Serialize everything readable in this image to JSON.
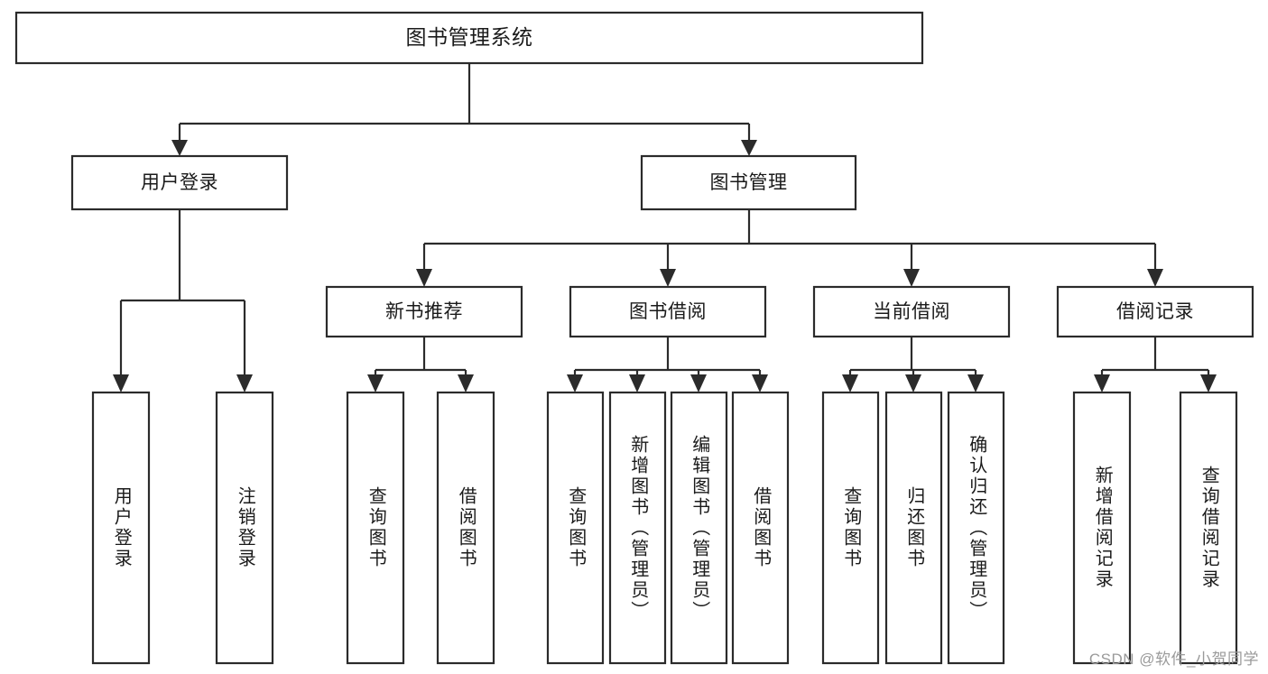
{
  "diagram": {
    "type": "tree",
    "title": "图书管理系统",
    "root": {
      "id": "root",
      "label": "图书管理系统",
      "orientation": "horizontal"
    },
    "level2": [
      {
        "id": "user-login",
        "label": "用户登录",
        "orientation": "horizontal"
      },
      {
        "id": "book-manage",
        "label": "图书管理",
        "orientation": "horizontal"
      }
    ],
    "level3": [
      {
        "id": "new-book-recommend",
        "label": "新书推荐",
        "orientation": "horizontal"
      },
      {
        "id": "book-borrow",
        "label": "图书借阅",
        "orientation": "horizontal"
      },
      {
        "id": "current-borrow",
        "label": "当前借阅",
        "orientation": "horizontal"
      },
      {
        "id": "borrow-record",
        "label": "借阅记录",
        "orientation": "horizontal"
      }
    ],
    "leaves": [
      {
        "id": "leaf-user-login",
        "label": "用户登录",
        "parent": "user-login",
        "orientation": "vertical"
      },
      {
        "id": "leaf-logout-login",
        "label": "注销登录",
        "parent": "user-login",
        "orientation": "vertical"
      },
      {
        "id": "leaf-query-book-1",
        "label": "查询图书",
        "parent": "new-book-recommend",
        "orientation": "vertical"
      },
      {
        "id": "leaf-borrow-book-1",
        "label": "借阅图书",
        "parent": "new-book-recommend",
        "orientation": "vertical"
      },
      {
        "id": "leaf-query-book-2",
        "label": "查询图书",
        "parent": "book-borrow",
        "orientation": "vertical"
      },
      {
        "id": "leaf-add-book",
        "label": "新增图书（管理员）",
        "parent": "book-borrow",
        "orientation": "vertical"
      },
      {
        "id": "leaf-edit-book",
        "label": "编辑图书（管理员）",
        "parent": "book-borrow",
        "orientation": "vertical"
      },
      {
        "id": "leaf-borrow-book-2",
        "label": "借阅图书",
        "parent": "book-borrow",
        "orientation": "vertical"
      },
      {
        "id": "leaf-query-book-3",
        "label": "查询图书",
        "parent": "current-borrow",
        "orientation": "vertical"
      },
      {
        "id": "leaf-return-book",
        "label": "归还图书",
        "parent": "current-borrow",
        "orientation": "vertical"
      },
      {
        "id": "leaf-confirm-return",
        "label": "确认归还（管理员）",
        "parent": "current-borrow",
        "orientation": "vertical"
      },
      {
        "id": "leaf-add-record",
        "label": "新增借阅记录",
        "parent": "borrow-record",
        "orientation": "vertical"
      },
      {
        "id": "leaf-query-record",
        "label": "查询借阅记录",
        "parent": "borrow-record",
        "orientation": "vertical"
      }
    ]
  },
  "watermark": {
    "text": "CSDN @软件_小贺同学"
  },
  "colors": {
    "stroke": "#2b2b2b",
    "box_fill": "#ffffff",
    "text": "#1a1a1a",
    "background": "#ffffff",
    "watermark": "#9a9a9a"
  }
}
